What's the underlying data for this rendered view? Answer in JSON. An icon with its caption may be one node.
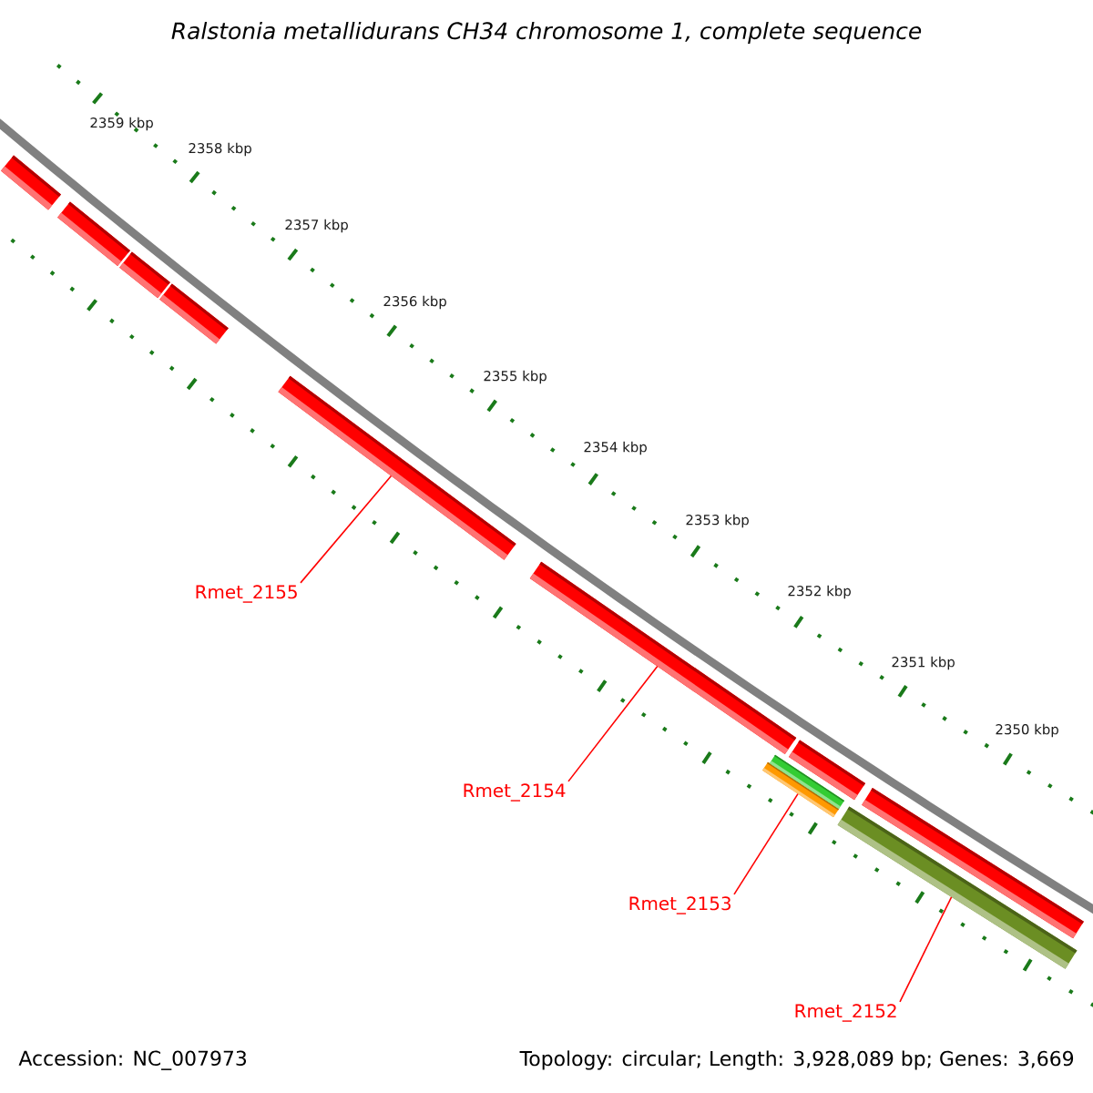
{
  "diagram": {
    "title": "Ralstonia metallidurans CH34 chromosome 1, complete sequence",
    "nodes": [
      {
        "text": [],
        "shape": "bar"
      },
      {
        "text": [],
        "shape": "bar"
      },
      {
        "text": [],
        "shape": "bar"
      },
      {
        "text": [],
        "shape": "bar"
      },
      {
        "text": [],
        "shape": "bar"
      },
      {
        "text": [],
        "shape": "bar"
      },
      {
        "text": [],
        "shape": "bar"
      },
      {
        "text": [],
        "shape": "bar"
      },
      {
        "text": [],
        "shape": "bar"
      },
      {
        "text": [],
        "shape": "bar"
      },
      {
        "text": [],
        "shape": "bar"
      },
      {
        "text": [
          "Rmet_2155"
        ]
      },
      {
        "text": [
          "Rmet_2154"
        ]
      },
      {
        "text": [
          "Rmet_2153"
        ]
      },
      {
        "text": [
          "Rmet_2152"
        ]
      }
    ],
    "edges": [
      {
        "from": 11,
        "to": 4,
        "arrow": "none"
      },
      {
        "from": 12,
        "to": 5,
        "arrow": "none"
      },
      {
        "from": 13,
        "to": 6,
        "arrow": "none"
      },
      {
        "from": 14,
        "to": 9,
        "arrow": "none"
      }
    ],
    "labels": [
      "2359 kbp",
      "2358 kbp",
      "2357 kbp",
      "2356 kbp",
      "2355 kbp",
      "2354 kbp",
      "2353 kbp",
      "2352 kbp",
      "2351 kbp",
      "2350 kbp",
      "Accession: NC_007973",
      "Topology: circular; Length: 3,928,089 bp; Genes: 3,669"
    ]
  }
}
